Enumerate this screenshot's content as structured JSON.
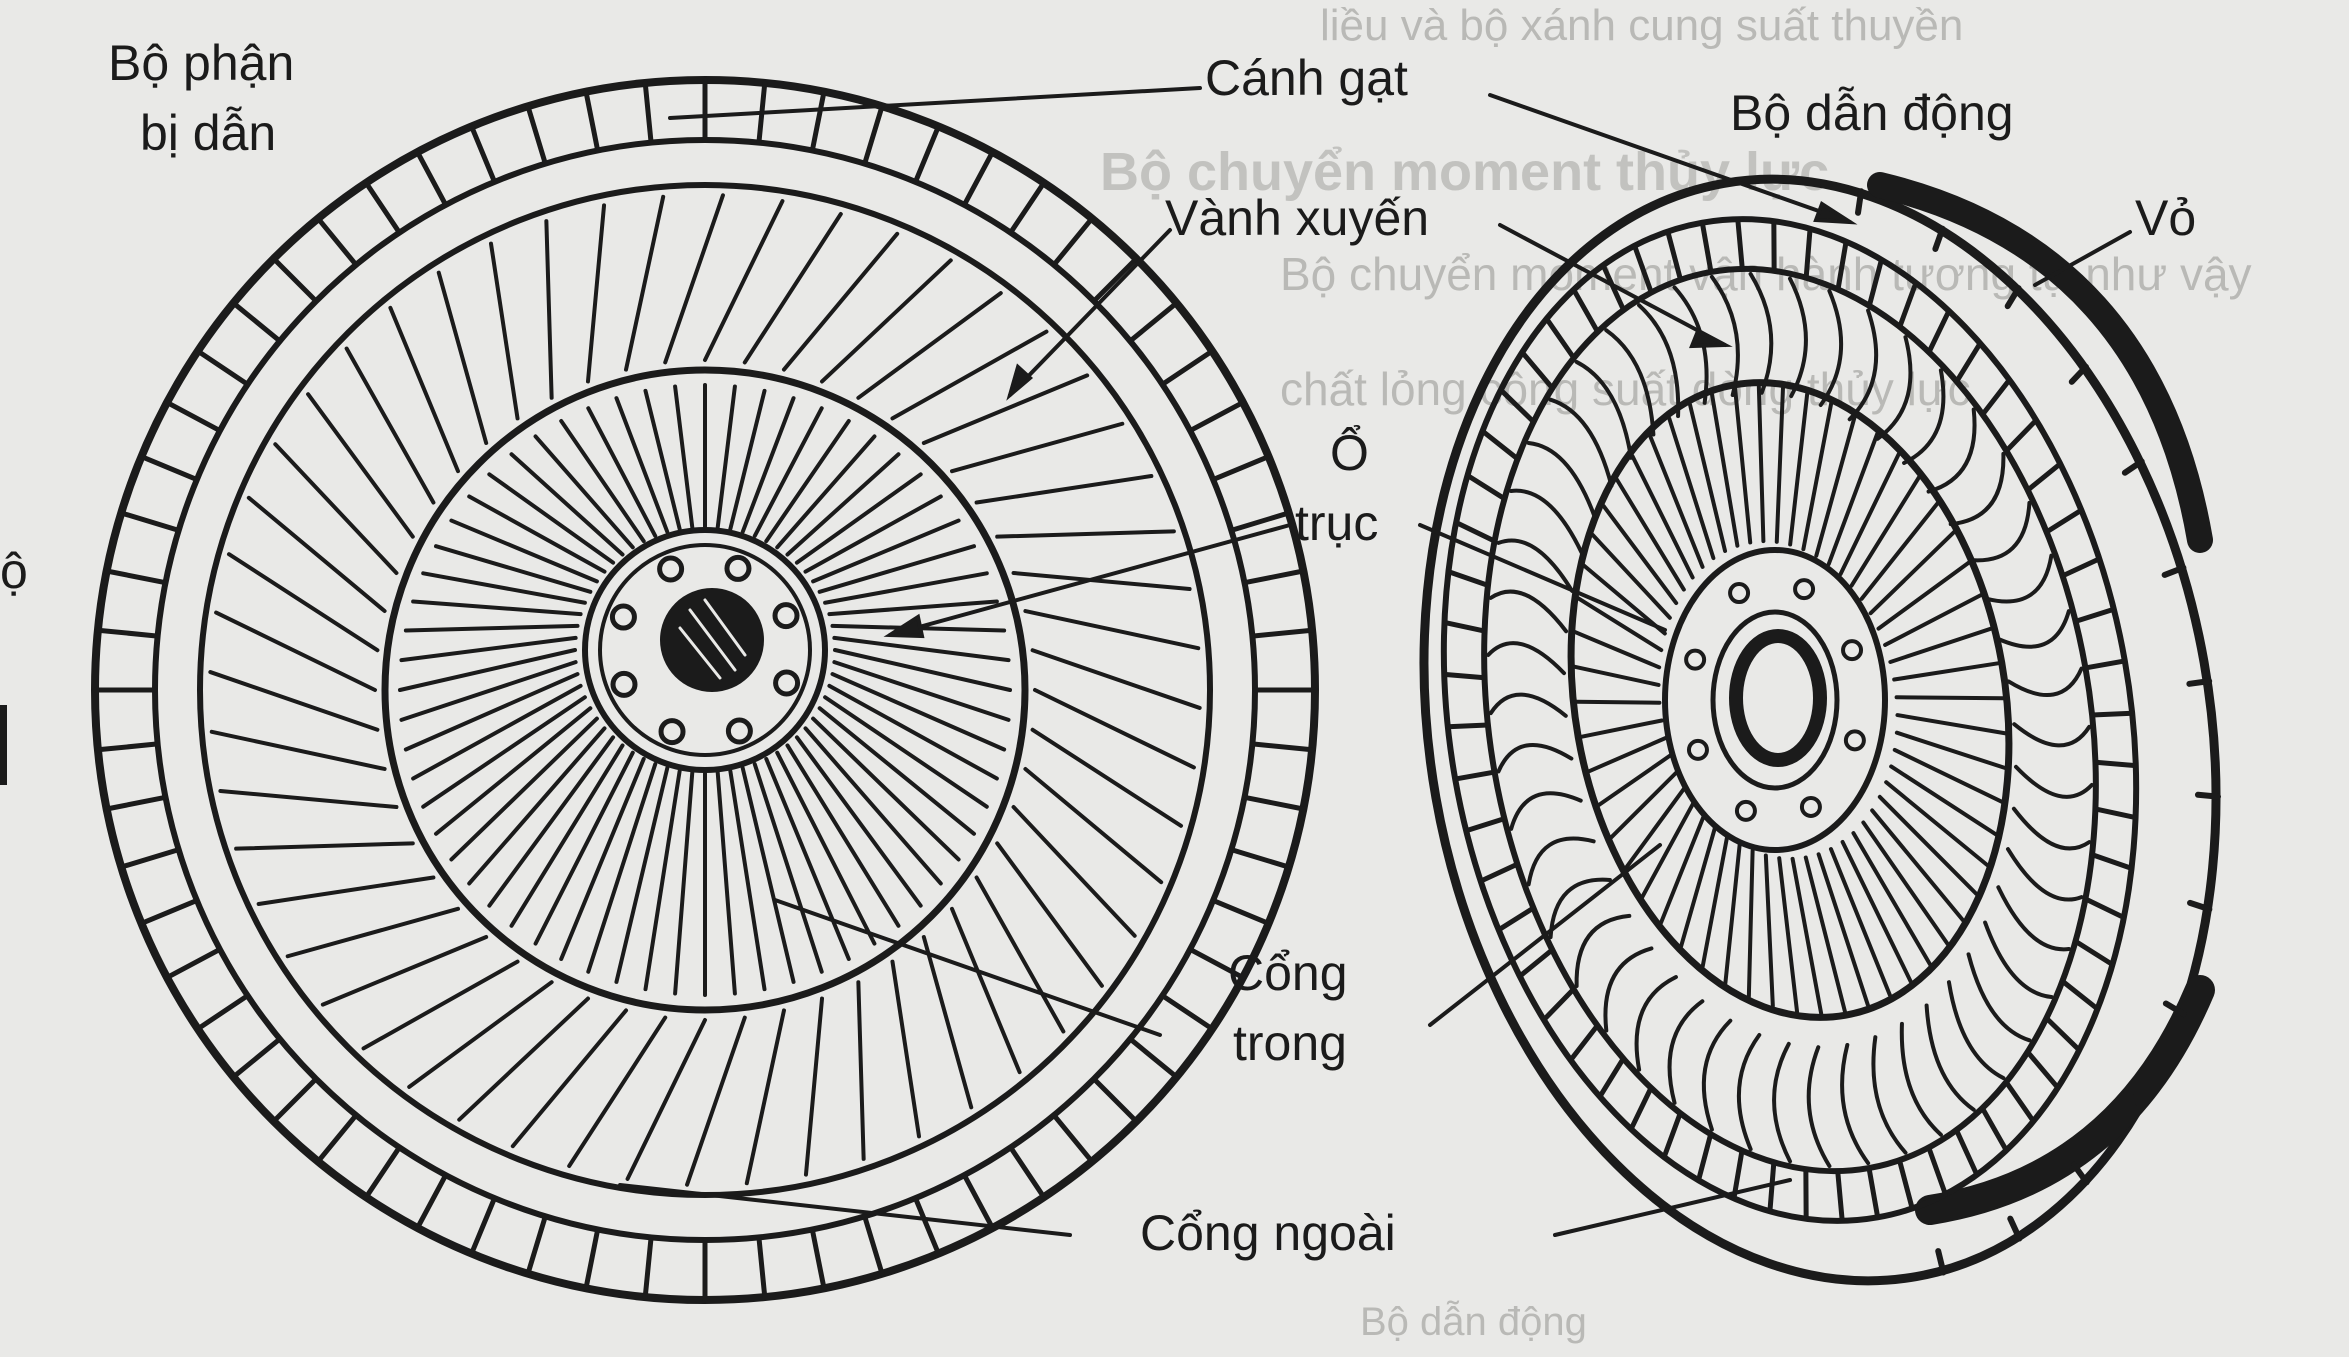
{
  "labels": {
    "driven_unit": [
      "Bộ phận",
      "bị dẫn"
    ],
    "vanes": "Cánh gạt",
    "driving_unit": "Bộ dẫn động",
    "torus_ring": "Vành xuyến",
    "housing": "Vỏ",
    "shaft_bearing": [
      "Ổ",
      "trục"
    ],
    "inner_port": [
      "Cổng",
      "trong"
    ],
    "outer_port": "Cổng ngoài",
    "left_edge_fragment": "ộ"
  },
  "background_text": {
    "top_line": "liều và bộ xánh cung suất thuyền",
    "heading": "Bộ chuyển moment thủy lực",
    "line_1": "Bộ chuyển moment vận hành tương tự như vậy",
    "line_2": "chất lỏng công suất dòng thủy lực",
    "bottom_caption": "Bộ dẫn động"
  },
  "colors": {
    "paper": "#e9e9e7",
    "ink": "#1b1b1b",
    "bleed_through": "#b9b9b6"
  }
}
